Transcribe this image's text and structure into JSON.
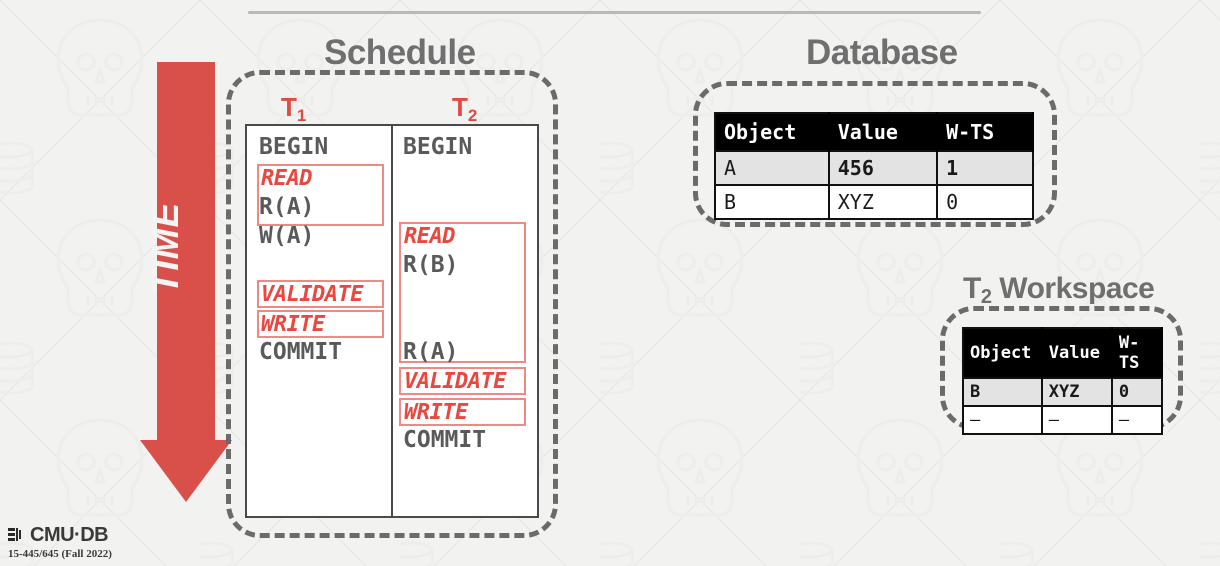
{
  "slide": {
    "background_color": "#f2f2f0",
    "accent_red": "#e8483f",
    "heading_gray": "#6f6f6f"
  },
  "time_arrow": {
    "label": "TIME",
    "color": "#d9504a"
  },
  "schedule": {
    "title": "Schedule",
    "columns": [
      {
        "header": "T",
        "header_sub": "1",
        "steps": [
          {
            "text": "BEGIN",
            "kind": "op"
          },
          {
            "text": "READ",
            "kind": "phase"
          },
          {
            "text": "R(A)",
            "kind": "op"
          },
          {
            "text": "W(A)",
            "kind": "op"
          },
          {
            "text": "VALIDATE",
            "kind": "phase"
          },
          {
            "text": "WRITE",
            "kind": "phase"
          },
          {
            "text": "COMMIT",
            "kind": "op"
          }
        ]
      },
      {
        "header": "T",
        "header_sub": "2",
        "steps": [
          {
            "text": "BEGIN",
            "kind": "op"
          },
          {
            "text": "READ",
            "kind": "phase"
          },
          {
            "text": "R(B)",
            "kind": "op"
          },
          {
            "text": "R(A)",
            "kind": "op"
          },
          {
            "text": "VALIDATE",
            "kind": "phase"
          },
          {
            "text": "WRITE",
            "kind": "phase"
          },
          {
            "text": "COMMIT",
            "kind": "op"
          }
        ]
      }
    ]
  },
  "database": {
    "title": "Database",
    "headers": [
      "Object",
      "Value",
      "W-TS"
    ],
    "rows": [
      {
        "cells": [
          "A",
          "456",
          "1"
        ],
        "shaded": true,
        "red": [
          false,
          true,
          true
        ]
      },
      {
        "cells": [
          "B",
          "XYZ",
          "0"
        ],
        "shaded": false,
        "red": [
          false,
          false,
          false
        ]
      }
    ]
  },
  "workspace": {
    "title": "Workspace",
    "title_prefix": "T",
    "title_sub": "2",
    "headers": [
      "Object",
      "Value",
      "W-TS"
    ],
    "rows": [
      {
        "cells": [
          "B",
          "XYZ",
          "0"
        ],
        "shaded": true,
        "red": [
          true,
          true,
          true
        ]
      },
      {
        "cells": [
          "–",
          "–",
          "–"
        ],
        "shaded": false,
        "red": [
          false,
          false,
          false
        ]
      }
    ]
  },
  "footer": {
    "brand": "CMU·DB",
    "course": "15-445/645 (Fall 2022)"
  }
}
